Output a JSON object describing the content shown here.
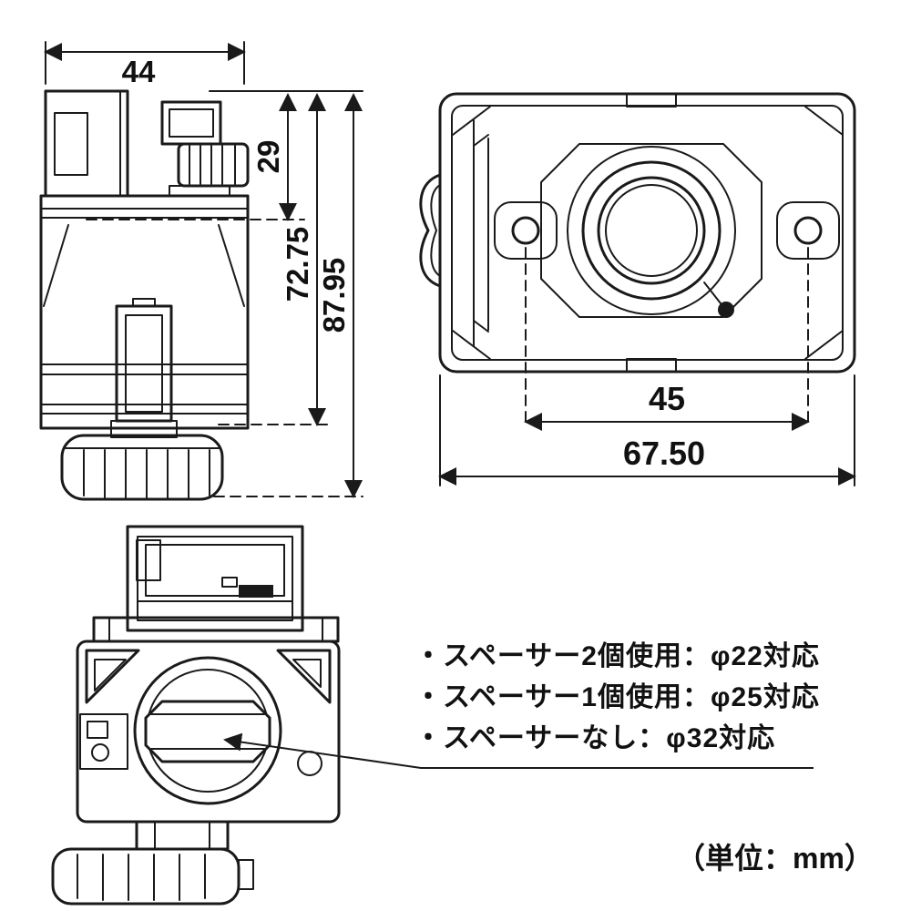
{
  "front_view": {
    "dim_width": "44",
    "dim_upper": "29",
    "dim_mid": "72.75",
    "dim_total": "87.95"
  },
  "top_view": {
    "dim_hole_spacing": "45",
    "dim_width": "67.50"
  },
  "notes": {
    "line1": "・スペーサー2個使用：φ22対応",
    "line2": "・スペーサー1個使用：φ25対応",
    "line3": "・スペーサーなし：φ32対応"
  },
  "unit_note": "（単位：mm）"
}
